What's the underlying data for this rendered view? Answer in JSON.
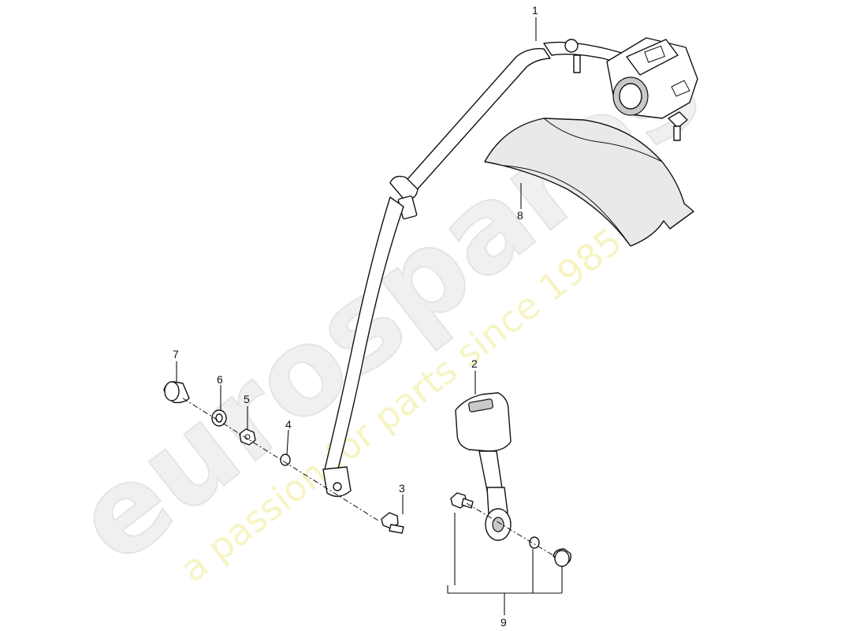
{
  "watermark": {
    "logo_text": "eurospares",
    "tagline": "a passion for parts since 1985"
  },
  "callouts": [
    {
      "id": "1",
      "label": "1"
    },
    {
      "id": "2",
      "label": "2"
    },
    {
      "id": "3",
      "label": "3"
    },
    {
      "id": "4",
      "label": "4"
    },
    {
      "id": "5",
      "label": "5"
    },
    {
      "id": "6",
      "label": "6"
    },
    {
      "id": "7",
      "label": "7"
    },
    {
      "id": "8",
      "label": "8"
    },
    {
      "id": "9",
      "label": "9"
    }
  ],
  "colors": {
    "line": "#111111",
    "watermark_logo": "#f0f0f0",
    "watermark_tagline": "#f7f4c4"
  }
}
